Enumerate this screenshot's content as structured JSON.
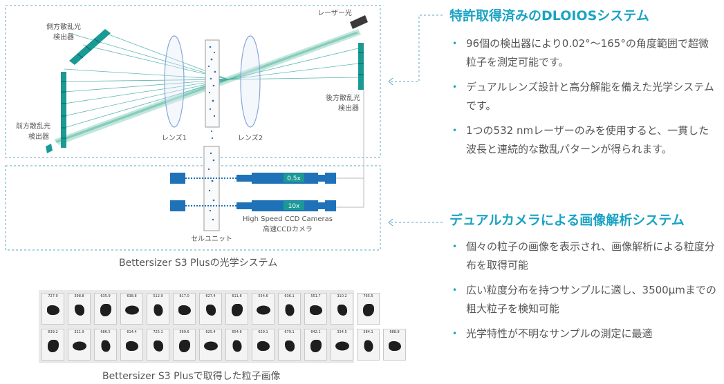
{
  "diagram": {
    "labels": {
      "side_detector": [
        "側方散乱光",
        "検出器"
      ],
      "forward_detector": [
        "前方散乱光",
        "検出器"
      ],
      "back_detector": [
        "後方散乱光",
        "検出器"
      ],
      "laser": "レーザー光",
      "lens1": "レンズ1",
      "lens2": "レンズ2",
      "cell_unit": "セルユニット",
      "magnification_low": "0.5x",
      "magnification_high": "10x",
      "cameras_en": "High Speed CCD Cameras",
      "cameras_jp": "高速CCDカメラ"
    },
    "colors": {
      "teal": "#1a9a94",
      "beam": "#8fd3b9",
      "camera_blue": "#1f72b8",
      "dash_border": "#5aa6c8",
      "lens": "#8aa7d6"
    }
  },
  "captions": {
    "optics": "Bettersizer S3 Plusの光学システム",
    "particles": "Bettersizer S3 Plusで取得した粒子画像"
  },
  "section1": {
    "title": "特許取得済みのDLOIOSシステム",
    "bullets": [
      "96個の検出器により0.02°〜165°の角度範囲で超微粒子を測定可能です。",
      "デュアルレンズ設計と高分解能を備えた光学システムです。",
      "1つの532 nmレーザーのみを使用すると、一貫した波長と連続的な散乱パターンが得られます。"
    ]
  },
  "section2": {
    "title": "デュアルカメラによる画像解析システム",
    "bullets": [
      "個々の粒子の画像を表示され、画像解析による粒度分布を取得可能",
      "広い粒度分布を持つサンプルに適し、3500μmまでの粗大粒子を検知可能",
      "光学特性が不明なサンプルの測定に最適"
    ]
  },
  "particle_images": {
    "row1": [
      "727.9",
      "398.8",
      "635.9",
      "638.8",
      "512.9",
      "817.0",
      "627.4",
      "611.6",
      "554.6",
      "636.1",
      "551.7",
      "310.2",
      "765.5"
    ],
    "row2": [
      "639.2",
      "321.9",
      "686.5",
      "614.4",
      "725.1",
      "569.6",
      "625.4",
      "654.6",
      "629.1",
      "679.1",
      "642.1",
      "334.5",
      "584.1",
      "688.8"
    ]
  }
}
